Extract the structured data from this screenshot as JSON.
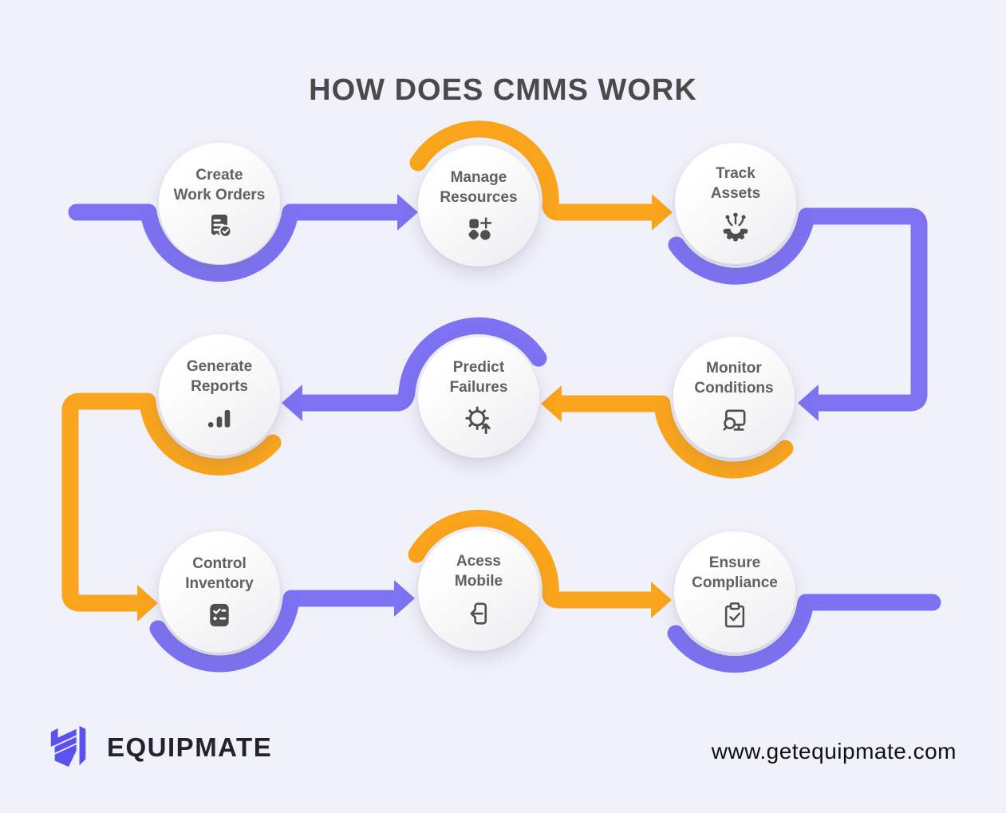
{
  "title": "HOW DOES CMMS WORK",
  "steps": [
    {
      "line1": "Create",
      "line2": "Work Orders",
      "icon": "work-order-check-icon",
      "arc_color": "purple",
      "arc_side": "bottom"
    },
    {
      "line1": "Manage",
      "line2": "Resources",
      "icon": "resources-shapes-icon",
      "arc_color": "orange",
      "arc_side": "top"
    },
    {
      "line1": "Track",
      "line2": "Assets",
      "icon": "asset-gear-antenna-icon",
      "arc_color": "purple",
      "arc_side": "bottom"
    },
    {
      "line1": "Monitor",
      "line2": "Conditions",
      "icon": "monitor-search-icon",
      "arc_color": "orange",
      "arc_side": "bottom"
    },
    {
      "line1": "Predict",
      "line2": "Failures",
      "icon": "gear-arrow-up-icon",
      "arc_color": "purple",
      "arc_side": "top"
    },
    {
      "line1": "Generate",
      "line2": "Reports",
      "icon": "bar-chart-icon",
      "arc_color": "orange",
      "arc_side": "bottom"
    },
    {
      "line1": "Control",
      "line2": "Inventory",
      "icon": "inventory-checklist-icon",
      "arc_color": "purple",
      "arc_side": "bottom"
    },
    {
      "line1": "Acess",
      "line2": "Mobile",
      "icon": "mobile-arrow-icon",
      "arc_color": "orange",
      "arc_side": "top"
    },
    {
      "line1": "Ensure",
      "line2": "Compliance",
      "icon": "clipboard-check-icon",
      "arc_color": "purple",
      "arc_side": "bottom"
    }
  ],
  "footer": {
    "brand": "EQUIPMATE",
    "website": "www.getequipmate.com"
  },
  "colors": {
    "purple": "#7C72F2",
    "orange": "#F9A41B",
    "background": "#F1F1FA",
    "text_dark": "#4A4A4A",
    "label": "#616161",
    "icon": "#4F4F4F",
    "logo_purple": "#5B50F0"
  }
}
